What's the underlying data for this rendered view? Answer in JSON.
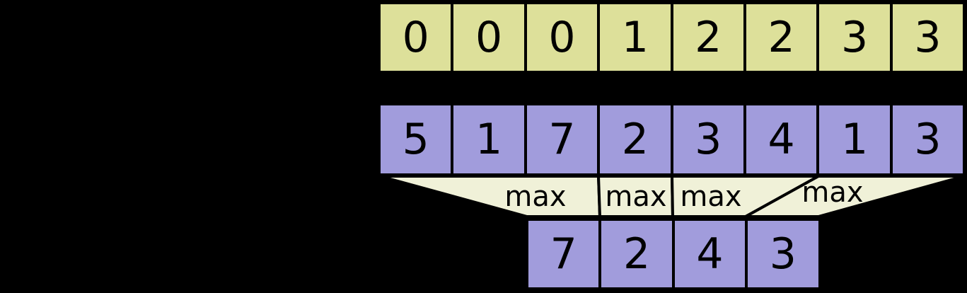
{
  "colors": {
    "background": "#000000",
    "index_cell_fill": "#dde09a",
    "input_cell_fill": "#a19cdc",
    "output_cell_fill": "#a19cdc",
    "funnel_fill": "#f0f1d8",
    "line": "#000000",
    "text": "#000000"
  },
  "rows": {
    "index": {
      "values": [
        "0",
        "0",
        "0",
        "1",
        "2",
        "2",
        "3",
        "3"
      ]
    },
    "input": {
      "values": [
        "5",
        "1",
        "7",
        "2",
        "3",
        "4",
        "1",
        "3"
      ]
    },
    "output": {
      "values": [
        "7",
        "2",
        "4",
        "3"
      ]
    }
  },
  "operations": {
    "labels": [
      "max",
      "max",
      "max",
      "max"
    ]
  },
  "groups": [
    {
      "segment": "0",
      "inputs": [
        "5",
        "1",
        "7"
      ],
      "op": "max",
      "result": "7"
    },
    {
      "segment": "1",
      "inputs": [
        "2"
      ],
      "op": "max",
      "result": "2"
    },
    {
      "segment": "2",
      "inputs": [
        "3",
        "4"
      ],
      "op": "max",
      "result": "4"
    },
    {
      "segment": "3",
      "inputs": [
        "1",
        "3"
      ],
      "op": "max",
      "result": "3"
    }
  ]
}
